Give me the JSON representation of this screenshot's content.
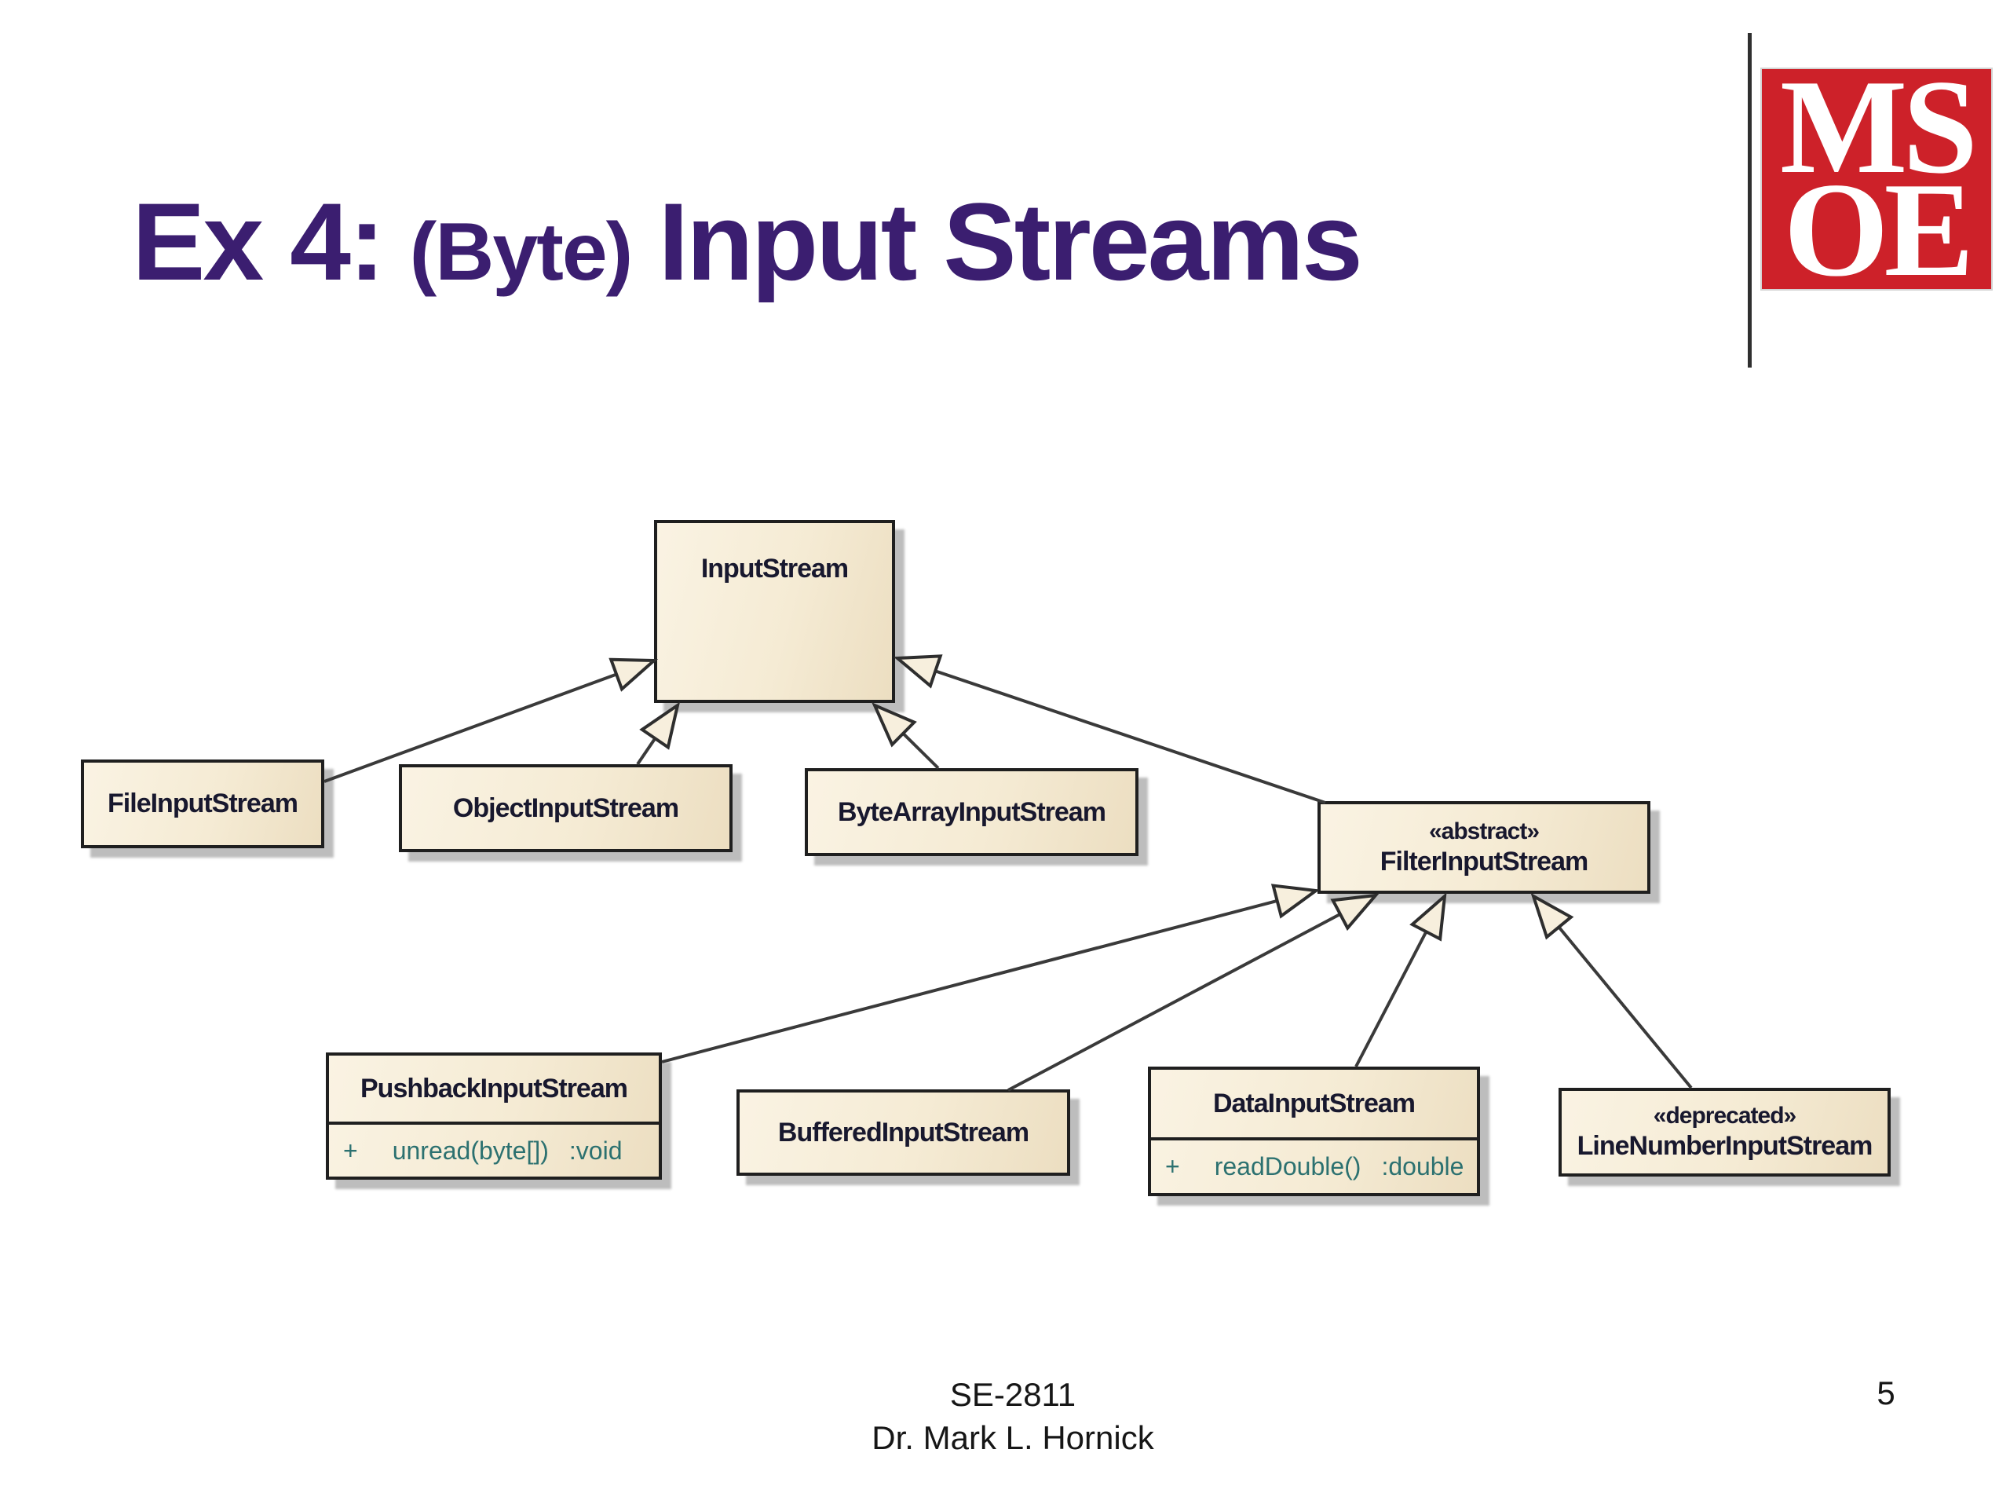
{
  "slide": {
    "title": {
      "prefix": "Ex 4:",
      "middle": "(Byte)",
      "suffix": "Input Streams"
    },
    "logo": {
      "line1": "MS",
      "line2": "OE"
    },
    "footer": {
      "course": "SE-2811",
      "author": "Dr. Mark L. Hornick",
      "page_number": "5"
    }
  },
  "diagram": {
    "classes": [
      {
        "id": "input-stream",
        "name": "InputStream"
      },
      {
        "id": "file-input-stream",
        "name": "FileInputStream"
      },
      {
        "id": "object-input-stream",
        "name": "ObjectInputStream"
      },
      {
        "id": "byte-array-input-stream",
        "name": "ByteArrayInputStream"
      },
      {
        "id": "filter-input-stream",
        "stereotype": "«abstract»",
        "name": "FilterInputStream"
      },
      {
        "id": "pushback-input-stream",
        "name": "PushbackInputStream",
        "methods": [
          {
            "visibility": "+",
            "signature": "unread(byte[])",
            "returns": ":void"
          }
        ]
      },
      {
        "id": "buffered-input-stream",
        "name": "BufferedInputStream"
      },
      {
        "id": "data-input-stream",
        "name": "DataInputStream",
        "methods": [
          {
            "visibility": "+",
            "signature": "readDouble()",
            "returns": ":double"
          }
        ]
      },
      {
        "id": "line-number-input-stream",
        "stereotype": "«deprecated»",
        "name": "LineNumberInputStream"
      }
    ],
    "relations": [
      {
        "from": "FileInputStream",
        "to": "InputStream",
        "type": "generalization"
      },
      {
        "from": "ObjectInputStream",
        "to": "InputStream",
        "type": "generalization"
      },
      {
        "from": "ByteArrayInputStream",
        "to": "InputStream",
        "type": "generalization"
      },
      {
        "from": "FilterInputStream",
        "to": "InputStream",
        "type": "generalization"
      },
      {
        "from": "PushbackInputStream",
        "to": "FilterInputStream",
        "type": "generalization"
      },
      {
        "from": "BufferedInputStream",
        "to": "FilterInputStream",
        "type": "generalization"
      },
      {
        "from": "DataInputStream",
        "to": "FilterInputStream",
        "type": "generalization"
      },
      {
        "from": "LineNumberInputStream",
        "to": "FilterInputStream",
        "type": "generalization"
      }
    ]
  },
  "colors": {
    "title_purple": "#3b1e70",
    "logo_red": "#cd2129",
    "box_fill_light": "#faf3e3",
    "box_fill_dark": "#ecdec1",
    "box_border": "#1f1f1f",
    "method_text_teal": "#2c7170",
    "connector_gray": "#3a3a3a"
  }
}
